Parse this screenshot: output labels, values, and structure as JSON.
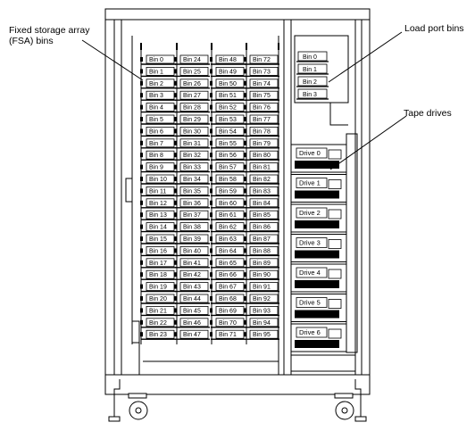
{
  "callouts": {
    "fsa": "Fixed storage array\n(FSA) bins",
    "load_port": "Load port bins",
    "tape_drives": "Tape drives"
  },
  "fsa_bins": {
    "columns": [
      [
        "Bin 0",
        "Bin 1",
        "Bin 2",
        "Bin 3",
        "Bin 4",
        "Bin 5",
        "Bin 6",
        "Bin 7",
        "Bin 8",
        "Bin 9",
        "Bin 10",
        "Bin 11",
        "Bin 12",
        "Bin 13",
        "Bin 14",
        "Bin 15",
        "Bin 16",
        "Bin 17",
        "Bin 18",
        "Bin 19",
        "Bin 20",
        "Bin 21",
        "Bin 22",
        "Bin 23"
      ],
      [
        "Bin 24",
        "Bin 25",
        "Bin 26",
        "Bin 27",
        "Bin 28",
        "Bin 29",
        "Bin 30",
        "Bin 31",
        "Bin 32",
        "Bin 33",
        "Bin 34",
        "Bin 35",
        "Bin 36",
        "Bin 37",
        "Bin 38",
        "Bin 39",
        "Bin 40",
        "Bin 41",
        "Bin 42",
        "Bin 43",
        "Bin 44",
        "Bin 45",
        "Bin 46",
        "Bin 47"
      ],
      [
        "Bin 48",
        "Bin 49",
        "Bin 50",
        "Bin 51",
        "Bin 52",
        "Bin 53",
        "Bin 54",
        "Bin 55",
        "Bin 56",
        "Bin 57",
        "Bin 58",
        "Bin 59",
        "Bin 60",
        "Bin 61",
        "Bin 62",
        "Bin 63",
        "Bin 64",
        "Bin 65",
        "Bin 66",
        "Bin 67",
        "Bin 68",
        "Bin 69",
        "Bin 70",
        "Bin 71"
      ],
      [
        "Bin 72",
        "Bin 73",
        "Bin 74",
        "Bin 75",
        "Bin 76",
        "Bin 77",
        "Bin 78",
        "Bin 79",
        "Bin 80",
        "Bin 81",
        "Bin 82",
        "Bin 83",
        "Bin 84",
        "Bin 85",
        "Bin 86",
        "Bin 87",
        "Bin 88",
        "Bin 89",
        "Bin 90",
        "Bin 91",
        "Bin 92",
        "Bin 93",
        "Bin 94",
        "Bin 95"
      ]
    ]
  },
  "load_port_bins": [
    "Bin 0",
    "Bin 1",
    "Bin 2",
    "Bin 3"
  ],
  "tape_drives": [
    "Drive 0",
    "Drive 1",
    "Drive 2",
    "Drive 3",
    "Drive 4",
    "Drive 5",
    "Drive 6"
  ]
}
